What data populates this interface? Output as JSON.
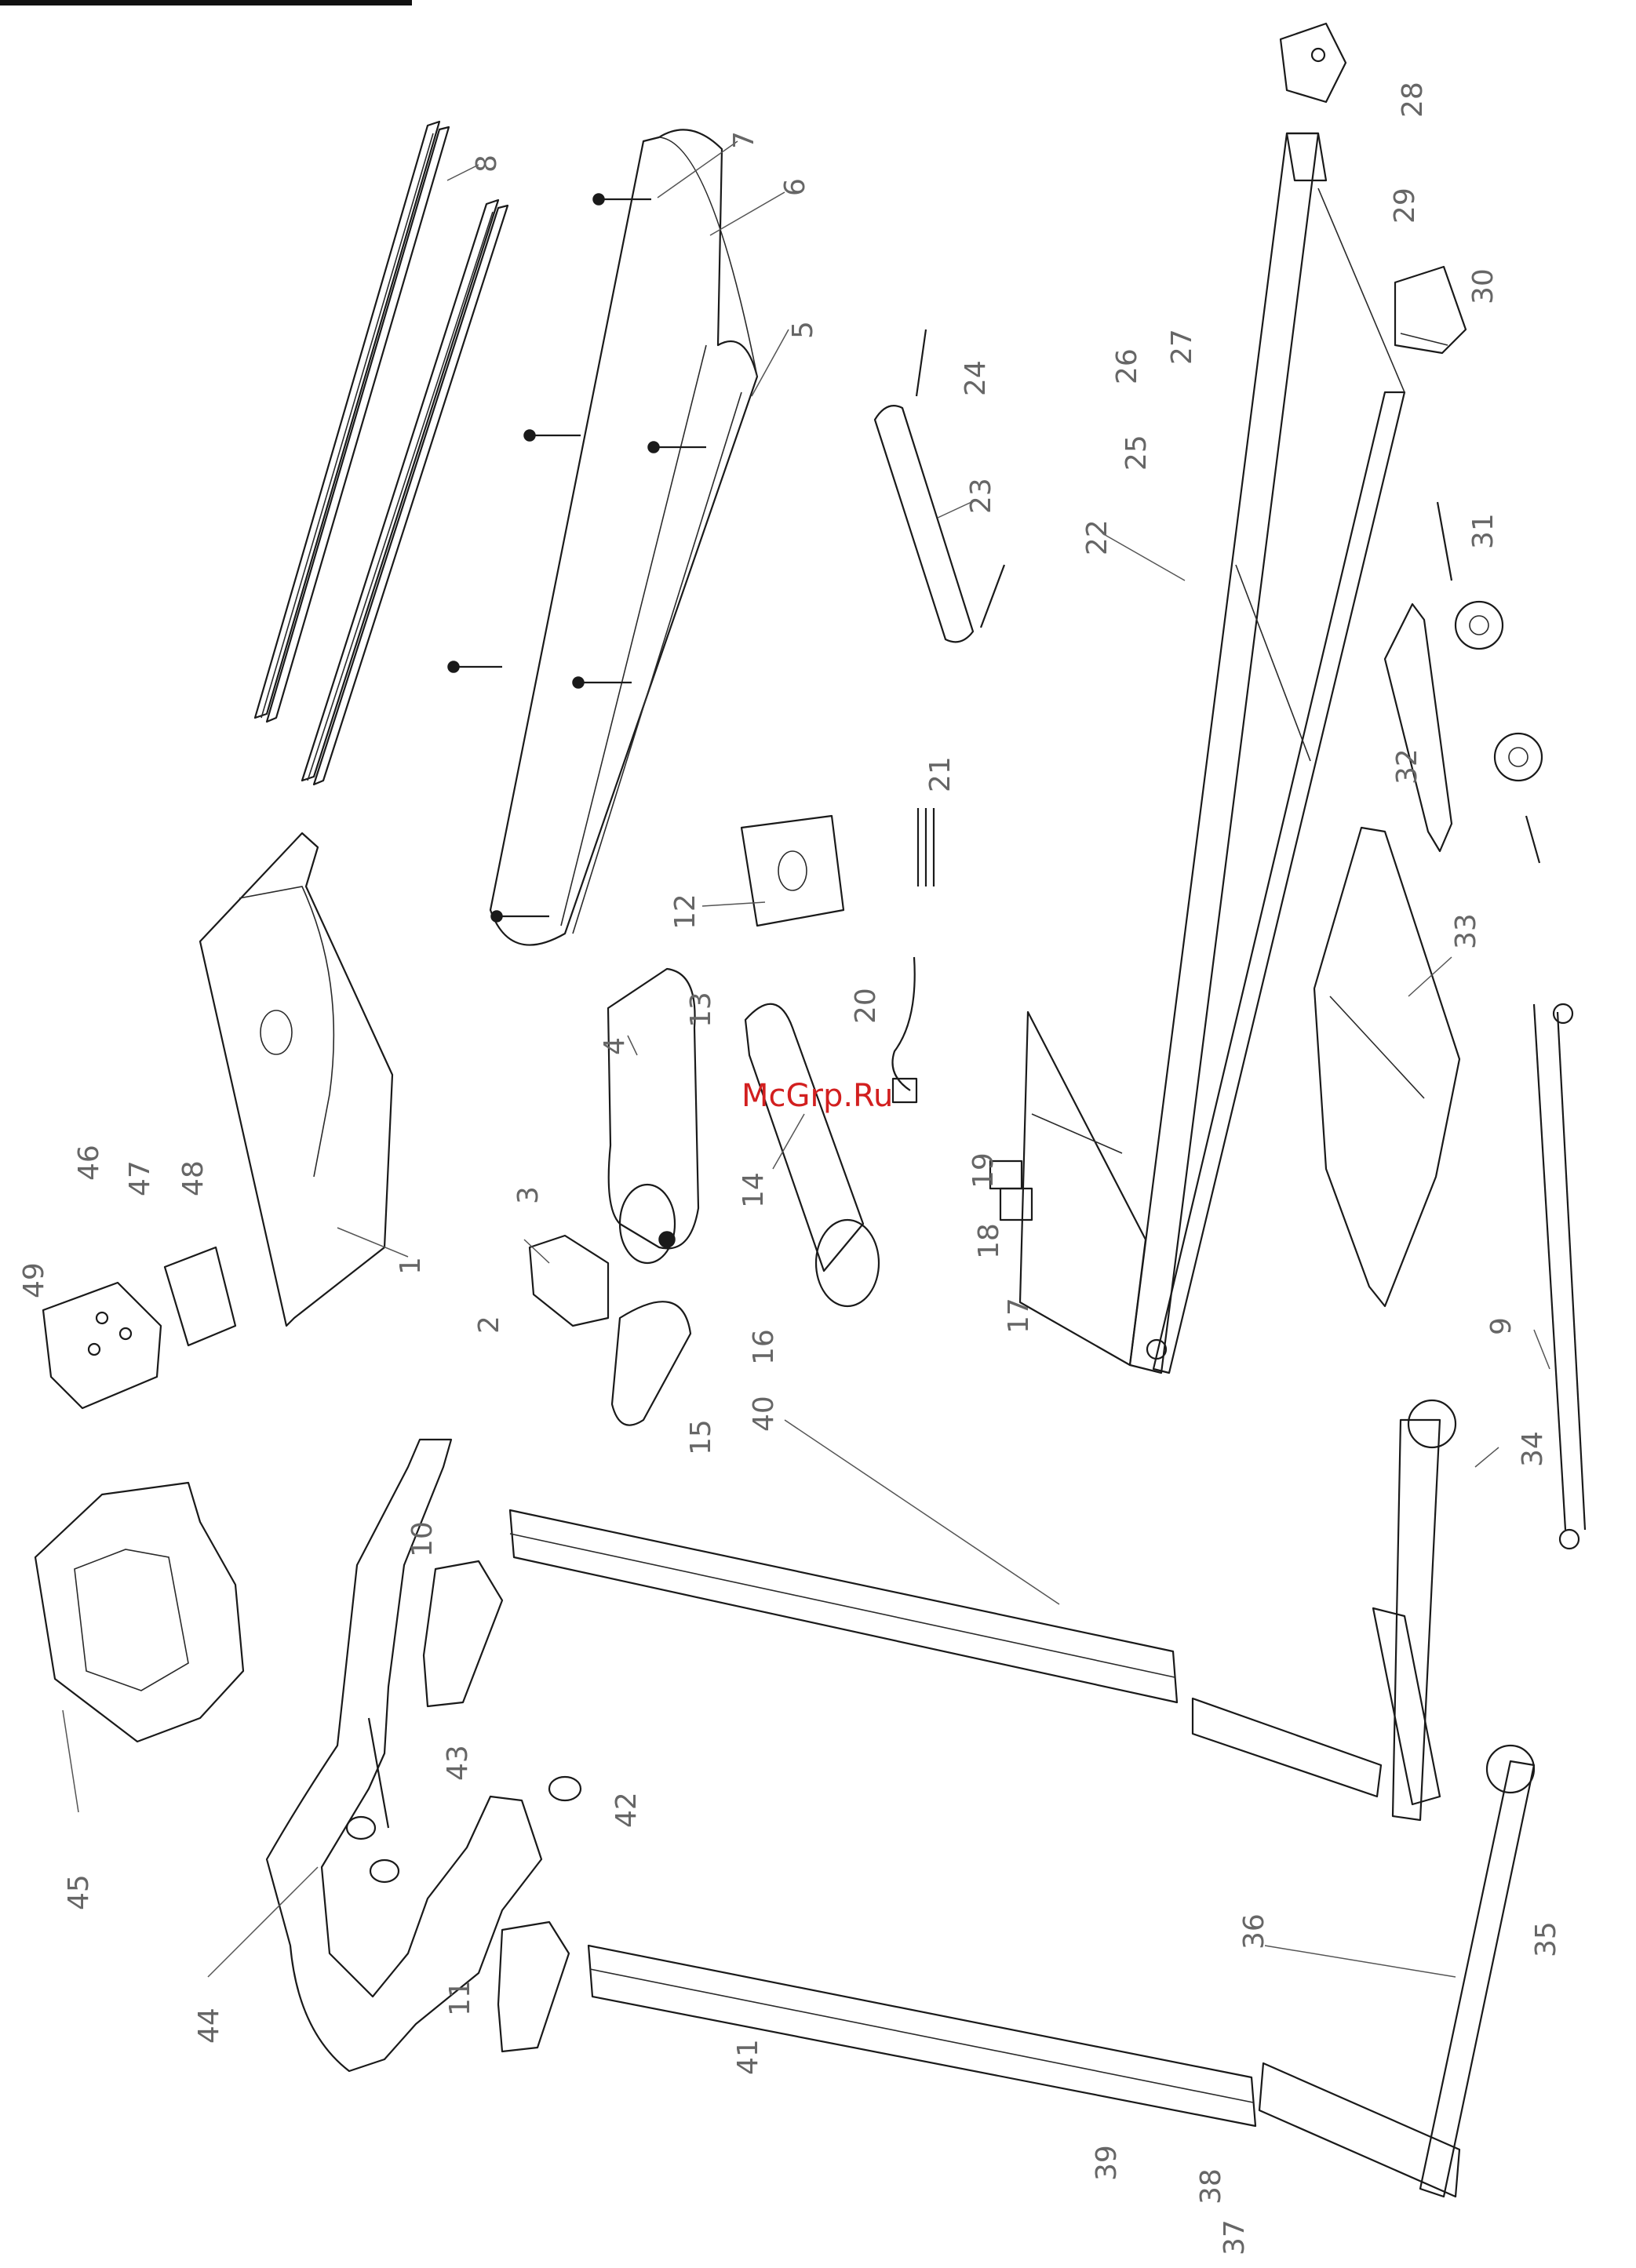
{
  "watermark": "McGrp.Ru",
  "part_numbers": [
    "1",
    "2",
    "3",
    "4",
    "5",
    "6",
    "7",
    "8",
    "9",
    "10",
    "11",
    "12",
    "13",
    "14",
    "15",
    "16",
    "17",
    "18",
    "19",
    "20",
    "21",
    "22",
    "23",
    "24",
    "25",
    "26",
    "27",
    "28",
    "29",
    "30",
    "31",
    "32",
    "33",
    "34",
    "35",
    "36",
    "37",
    "38",
    "39",
    "40",
    "41",
    "42",
    "43",
    "44",
    "45",
    "46",
    "47",
    "48",
    "49"
  ],
  "colors": {
    "line": "#1a1a1a",
    "label": "#666666",
    "watermark": "#d21f1f"
  }
}
